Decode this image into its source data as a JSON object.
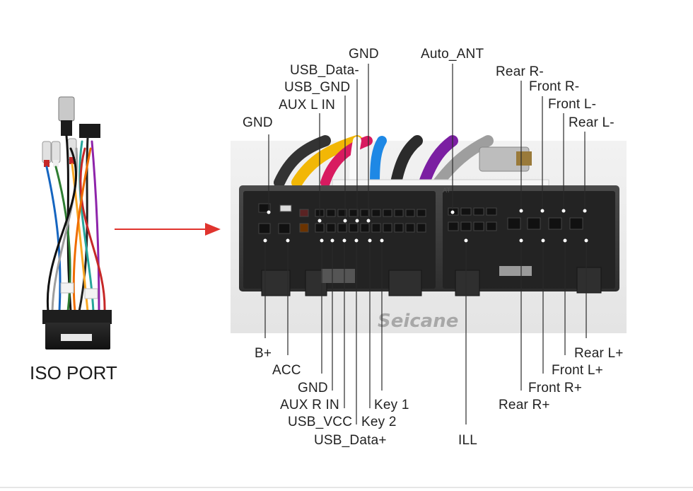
{
  "iso_port": {
    "label": "ISO PORT"
  },
  "brand": {
    "watermark": "Seicane",
    "sticker_text": "AT"
  },
  "colors": {
    "arrow": "#e0342e",
    "leader": "#2a2a2a",
    "connector_body": "#3c3c3c",
    "connector_face": "#232323",
    "photo_bg": "#e9e9e9"
  },
  "top_pins": [
    {
      "id": "gnd-top",
      "label": "GND"
    },
    {
      "id": "usb-data-minus",
      "label": "USB_Data-"
    },
    {
      "id": "usb-gnd",
      "label": "USB_GND"
    },
    {
      "id": "aux-l-in",
      "label": "AUX L IN"
    },
    {
      "id": "gnd-left",
      "label": "GND"
    },
    {
      "id": "auto-ant",
      "label": "Auto_ANT"
    },
    {
      "id": "rear-r-minus",
      "label": "Rear R-"
    },
    {
      "id": "front-r-minus",
      "label": "Front R-"
    },
    {
      "id": "front-l-minus",
      "label": "Front L-"
    },
    {
      "id": "rear-l-minus",
      "label": "Rear L-"
    }
  ],
  "bottom_pins": [
    {
      "id": "b-plus",
      "label": "B+"
    },
    {
      "id": "acc",
      "label": "ACC"
    },
    {
      "id": "gnd-bottom",
      "label": "GND"
    },
    {
      "id": "aux-r-in",
      "label": "AUX R IN"
    },
    {
      "id": "usb-vcc",
      "label": "USB_VCC"
    },
    {
      "id": "usb-data-plus",
      "label": "USB_Data+"
    },
    {
      "id": "key-2",
      "label": "Key 2"
    },
    {
      "id": "key-1",
      "label": "Key 1"
    },
    {
      "id": "ill",
      "label": "ILL"
    },
    {
      "id": "rear-r-plus",
      "label": "Rear R+"
    },
    {
      "id": "front-r-plus",
      "label": "Front R+"
    },
    {
      "id": "front-l-plus",
      "label": "Front L+"
    },
    {
      "id": "rear-l-plus",
      "label": "Rear L+"
    }
  ]
}
